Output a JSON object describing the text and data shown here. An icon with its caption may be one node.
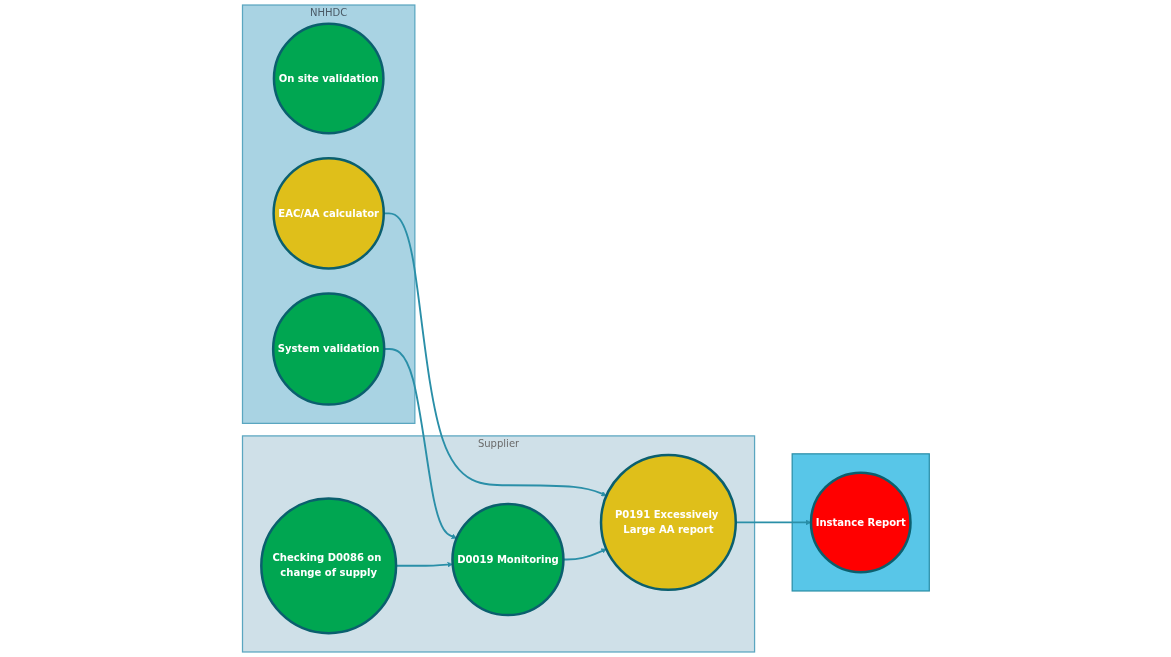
{
  "diagram": {
    "nodes": [
      {
        "text": [
          "NHHDC"
        ]
      },
      {
        "text": [
          "On site validation"
        ],
        "in": 0
      },
      {
        "text": [
          "System validation"
        ],
        "in": 0
      },
      {
        "text": [
          "EAC/AA calculator"
        ],
        "in": 0
      },
      {
        "text": [
          "Supplier"
        ]
      },
      {
        "text": [
          "Checking D0086 on change of supply"
        ],
        "in": 4
      },
      {
        "text": [
          "D0019 Monitoring"
        ],
        "in": 4
      },
      {
        "text": [
          "P0191 Excessively Large AA report"
        ],
        "in": 4
      },
      {
        "text": [],
        "shape": "box"
      },
      {
        "text": [
          "Instance Report"
        ],
        "in": 8
      }
    ],
    "edges": [
      {
        "from": 2,
        "to": 6,
        "arrow": "to"
      },
      {
        "from": 3,
        "to": 7,
        "arrow": "to"
      },
      {
        "from": 5,
        "to": 6,
        "arrow": "to"
      },
      {
        "from": 6,
        "to": 7,
        "arrow": "to"
      },
      {
        "from": 7,
        "to": 9,
        "arrow": "to"
      }
    ]
  }
}
